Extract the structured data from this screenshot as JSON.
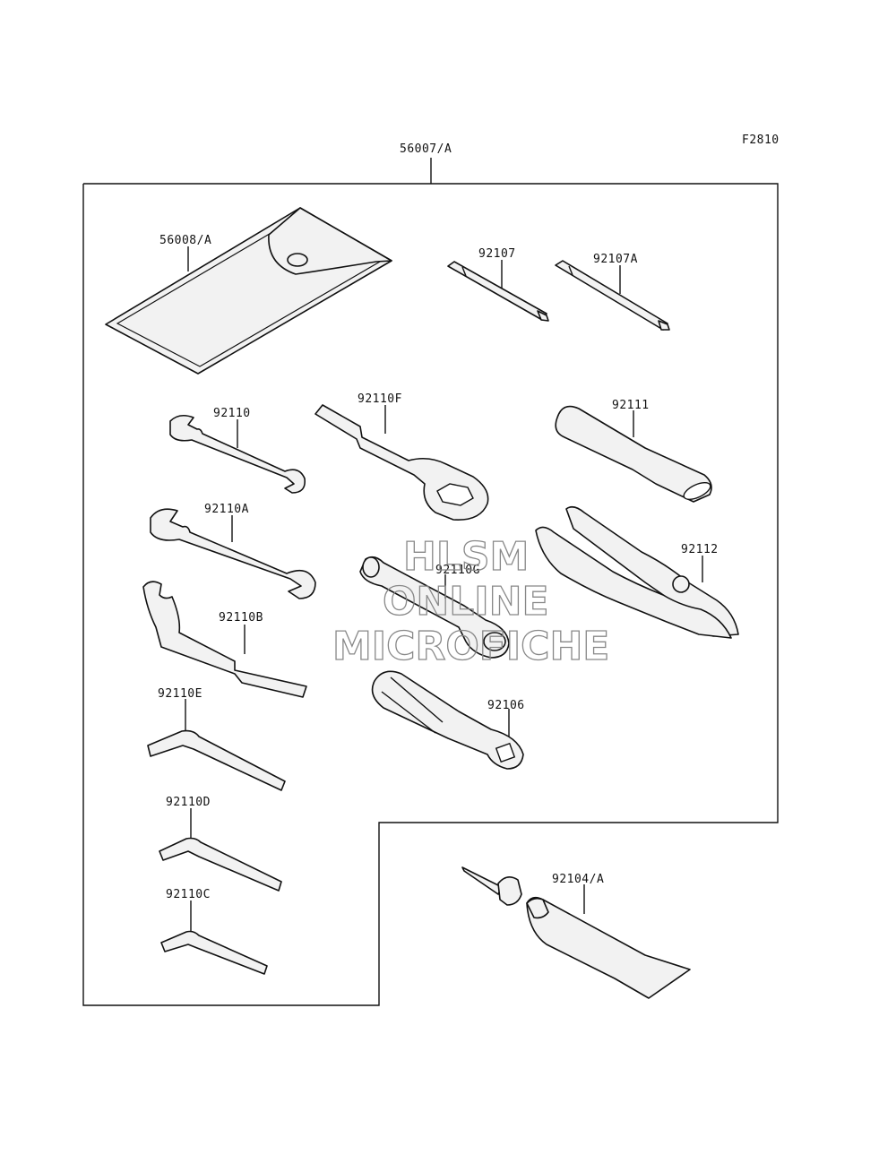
{
  "figure_code": "F2810",
  "parts": {
    "tool_kit": "56007/A",
    "tool_bag": "56008/A",
    "screwdriver_bit": "92107",
    "screwdriver_bit_a": "92107A",
    "wrench_8x10": "92110",
    "wrench_a": "92110A",
    "hook_wrench": "92110B",
    "hex_key_e": "92110E",
    "hex_key_d": "92110D",
    "hex_key_c": "92110C",
    "box_wrench_f": "92110F",
    "socket_wrench_g": "92110G",
    "handle_92111": "92111",
    "pliers": "92112",
    "screwdriver_grip": "92106",
    "grease_tube": "92104/A"
  },
  "watermark": {
    "line1": "HLSM",
    "line2": "ONLINE",
    "line3": "MICROFICHE"
  }
}
